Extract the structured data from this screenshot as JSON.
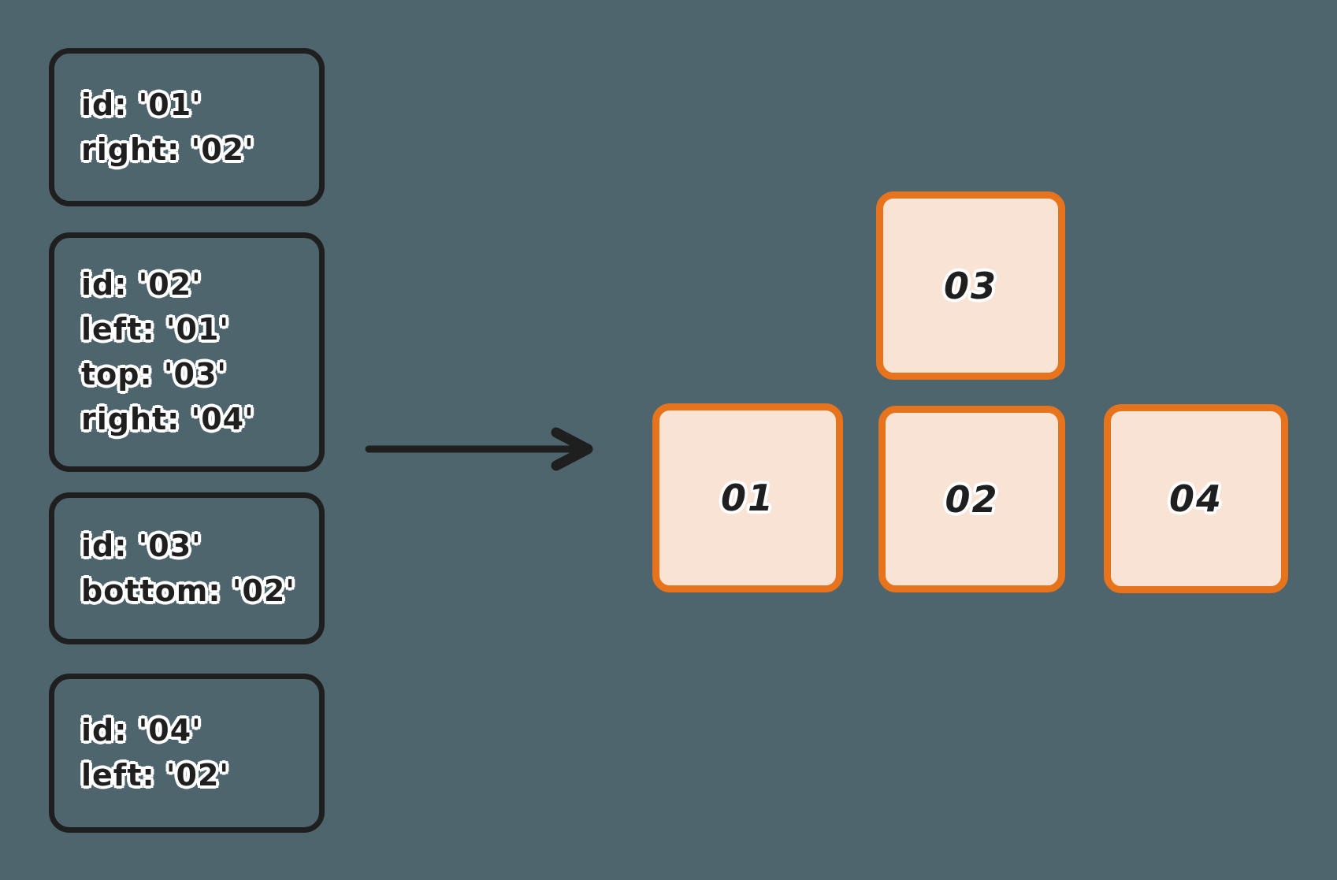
{
  "canvas": {
    "background_color": "#4e656e",
    "card_border_color": "#1f1f1f",
    "node_border_color": "#e7731d",
    "node_fill_color": "#f8e3d4",
    "text_color": "#1f1f1f"
  },
  "cards": [
    {
      "lines": [
        "id: '01'",
        "right: '02'"
      ]
    },
    {
      "lines": [
        "id: '02'",
        "left: '01'",
        "top: '03'",
        "right: '04'"
      ]
    },
    {
      "lines": [
        "id: '03'",
        "bottom: '02'"
      ]
    },
    {
      "lines": [
        "id: '04'",
        "left: '02'"
      ]
    }
  ],
  "nodes": [
    {
      "label": "03"
    },
    {
      "label": "01"
    },
    {
      "label": "02"
    },
    {
      "label": "04"
    }
  ],
  "icons": {
    "arrow": "right-arrow-icon"
  }
}
